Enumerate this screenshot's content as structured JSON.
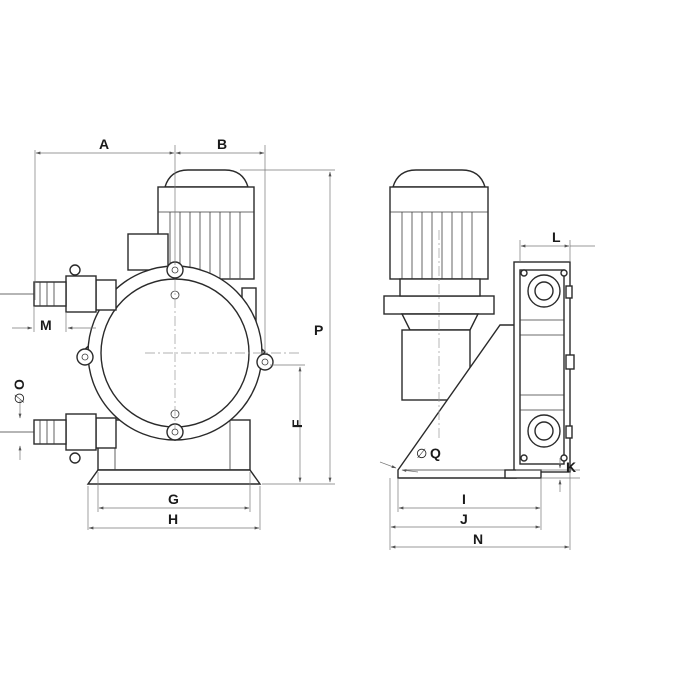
{
  "dimension_labels": {
    "A": "A",
    "B": "B",
    "P": "P",
    "M": "M",
    "O": "O",
    "F": "F",
    "G": "G",
    "H": "H",
    "L": "L",
    "Q": "Q",
    "K": "K",
    "I": "I",
    "J": "J",
    "N": "N"
  },
  "diameter_symbol": "∅"
}
